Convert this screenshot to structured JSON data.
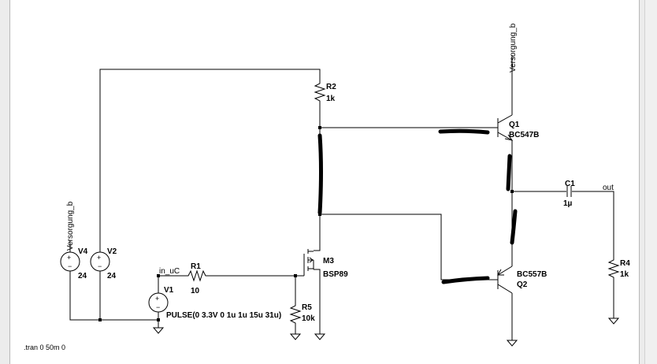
{
  "schematic": {
    "labels": {
      "r2_name": "R2",
      "r2_value": "1k",
      "q1_name": "Q1",
      "q1_model": "BC547B",
      "q2_name": "BC557B",
      "q2_model": "Q2",
      "m3_name": "M3",
      "m3_model": "BSP89",
      "r1_name": "R1",
      "r1_value": "10",
      "r5_name": "R5",
      "r5_value": "10k",
      "r4_name": "R4",
      "r4_value": "1k",
      "c1_name": "C1",
      "c1_value": "1µ",
      "v1_name": "V1",
      "v1_value": "PULSE(0 3.3V 0 1u 1u 15u 31u)",
      "v2_name": "V2",
      "v2_value": "24",
      "v4_name": "V4",
      "v4_value": "24",
      "net_supply_top": "Versorgung_b",
      "net_supply_left": "Versorgung_b",
      "net_in": "in_uC",
      "net_out": "out",
      "directive": ".tran 0 50m 0"
    }
  }
}
